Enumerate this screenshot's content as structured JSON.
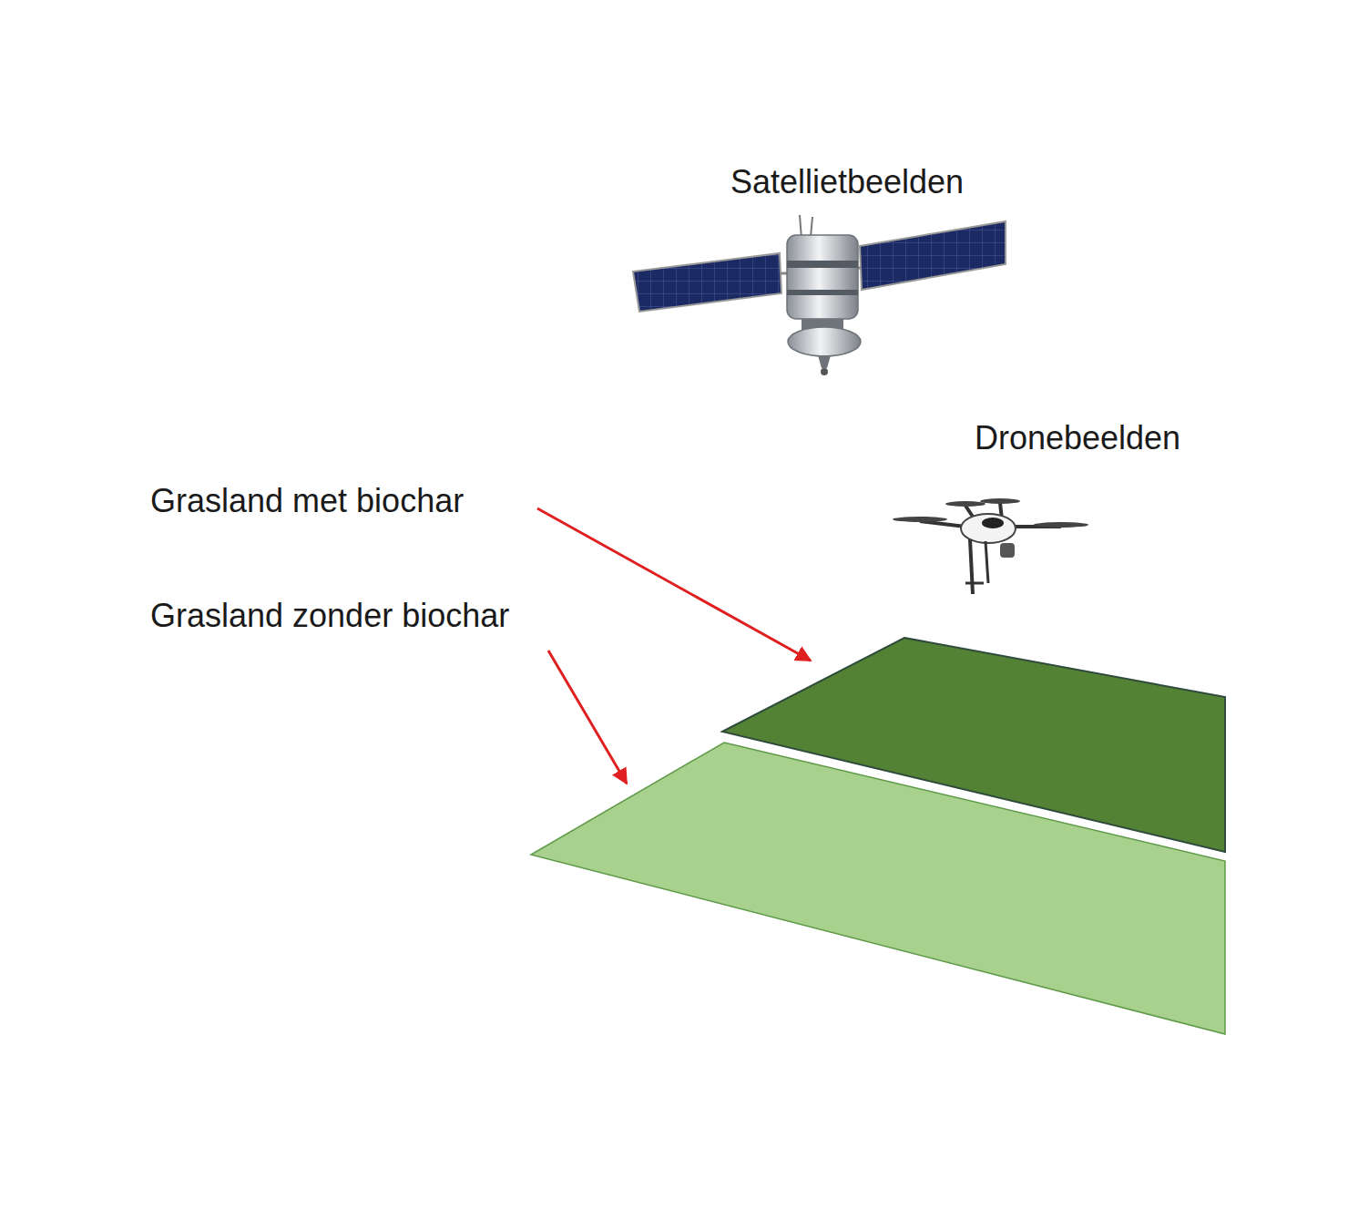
{
  "diagram": {
    "labels": [
      "Satellietbeelden",
      "Dronebeelden",
      "Grasland met biochar",
      "Grasland zonder biochar"
    ]
  }
}
